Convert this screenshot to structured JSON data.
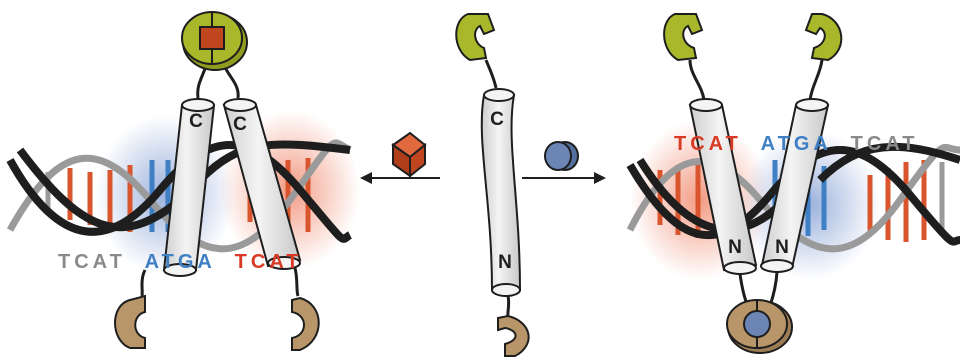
{
  "colors": {
    "backbone": "#1e1e1e",
    "backbone_light": "#9a9a9a",
    "base_red": "#d9552e",
    "base_blue": "#3f7fc4",
    "grey_text": "#8a8a8a",
    "red_text": "#d93a26",
    "blue_text": "#3f7fc4",
    "cylinder": "#e8e8e8",
    "yellow_domain": "#a8b82a",
    "tan_domain": "#b8966a",
    "red_ligand": "#c0461f",
    "blue_ligand": "#6b86b5",
    "glow_red": "#f08a6f",
    "glow_blue": "#8aa4d6"
  },
  "left_panel": {
    "sequence": [
      {
        "text": "TCAT",
        "color": "grey"
      },
      {
        "text": "ATGA",
        "color": "blue"
      },
      {
        "text": "TCAT",
        "color": "red"
      }
    ],
    "helix_labels": [
      "C",
      "C"
    ],
    "top_domain_icon": "yellow-dimer-with-red-cube-icon",
    "bottom_domain_icon": "tan-split-domain-icon"
  },
  "center_panel": {
    "helix_labels": [
      "C",
      "N"
    ],
    "left_arrow_ligand_icon": "red-cube-icon",
    "right_arrow_ligand_icon": "blue-cylinder-icon"
  },
  "right_panel": {
    "sequence": [
      {
        "text": "TCAT",
        "color": "red"
      },
      {
        "text": "ATGA",
        "color": "blue"
      },
      {
        "text": "TCAT",
        "color": "grey"
      }
    ],
    "helix_labels": [
      "N",
      "N"
    ],
    "top_domain_icon": "yellow-split-domain-icon",
    "bottom_domain_icon": "tan-dimer-with-blue-cylinder-icon"
  }
}
